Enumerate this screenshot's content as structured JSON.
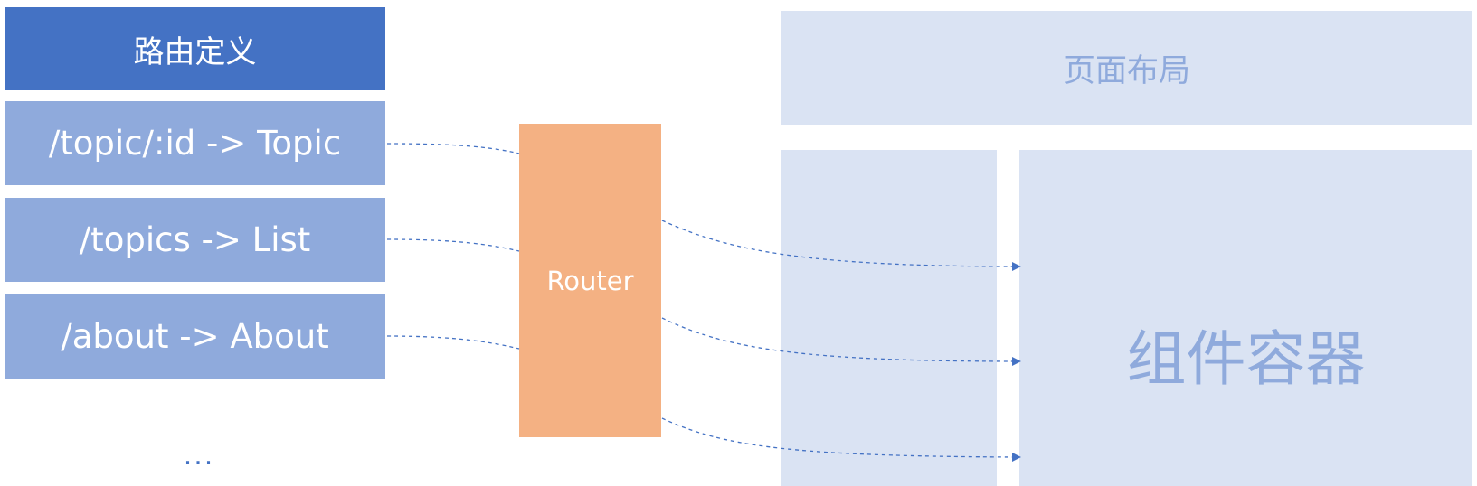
{
  "route_definitions": {
    "header": "路由定义",
    "routes": [
      "/topic/:id -> Topic",
      "/topics -> List",
      "/about -> About"
    ],
    "more": "..."
  },
  "router": {
    "label": "Router"
  },
  "page_layout": {
    "header": "页面布局",
    "component_container": "组件容器"
  },
  "colors": {
    "header_blue": "#4472c4",
    "route_blue": "#8faadc",
    "router_orange": "#f4b183",
    "layout_bg": "#dae3f3",
    "layout_text": "#8faadc",
    "connector": "#4472c4"
  }
}
